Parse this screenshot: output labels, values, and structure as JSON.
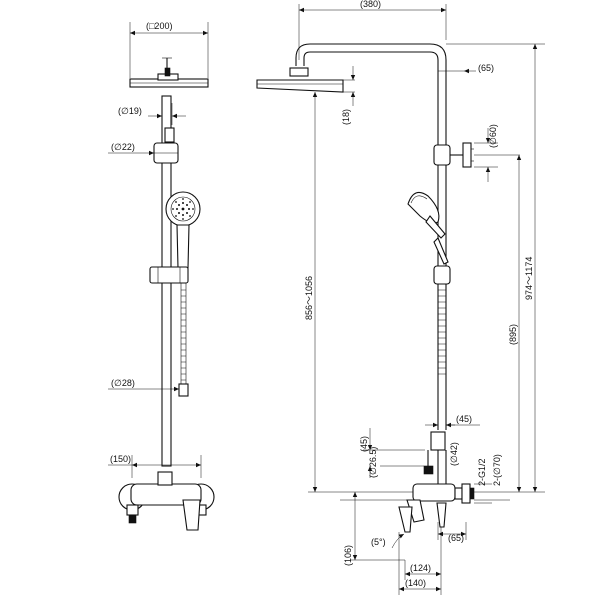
{
  "front_view": {
    "head_width": "(□200)",
    "arm_dia": "(∅19)",
    "holder_dia": "(∅22)",
    "hose_dia": "(∅28)",
    "centers": "(150)"
  },
  "side_view": {
    "arm_length": "(380)",
    "bend_offset": "(65)",
    "head_thickness": "(18)",
    "wall_bracket_dia": "(∅60)",
    "head_height": "856～1056",
    "total_height": "974～1174",
    "riser_length": "(895)",
    "pipe_offset": "(45)",
    "slide_dia": "(∅26.5)",
    "diverter_dia": "(∅42)",
    "rise_45": "(45)",
    "thread": "2-G1/2",
    "flange_dia": "2-(∅70)",
    "depth_65": "(65)",
    "spout_height": "(106)",
    "spout_angle": "(5°)",
    "spout_124": "(124)",
    "spout_140": "(140)"
  }
}
